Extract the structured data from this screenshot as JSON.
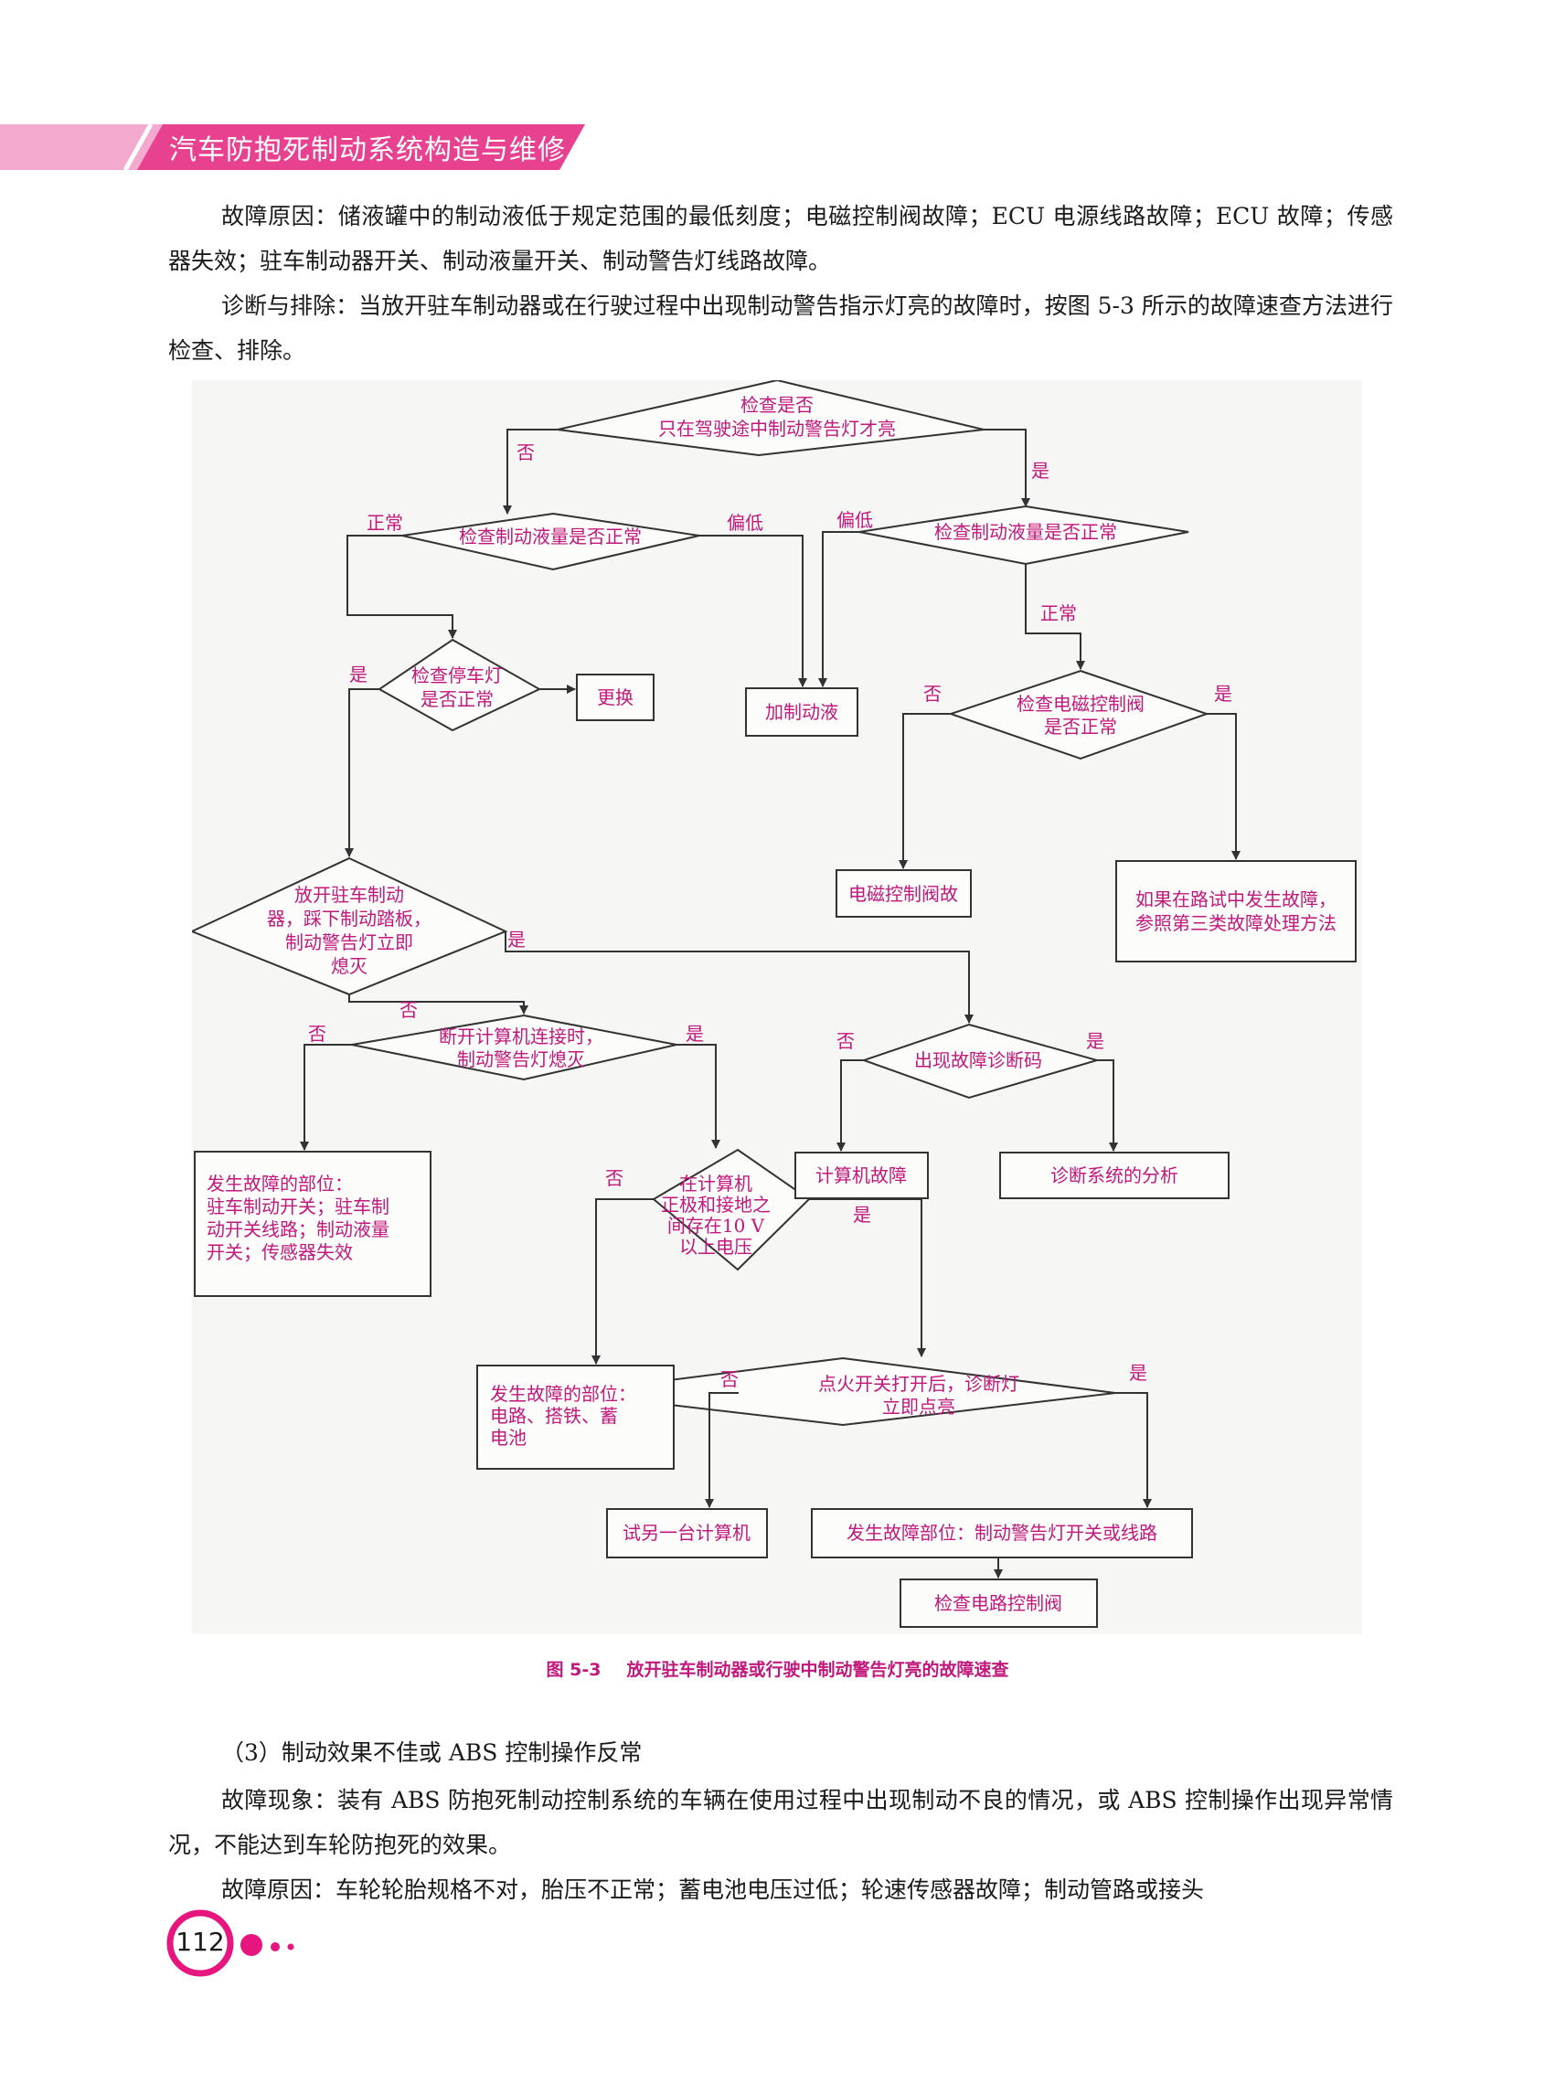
{
  "header": {
    "title": "汽车防抱死制动系统构造与维修",
    "accent_color": "#e8418f"
  },
  "body": {
    "p1": "故障原因：储液罐中的制动液低于规定范围的最低刻度；电磁控制阀故障；ECU 电源线路故障；ECU 故障；传感器失效；驻车制动器开关、制动液量开关、制动警告灯线路故障。",
    "p2": "诊断与排除：当放开驻车制动器或在行驶过程中出现制动警告指示灯亮的故障时，按图 5-3 所示的故障速查方法进行检查、排除。",
    "subheading": "（3）制动效果不佳或 ABS 控制操作反常",
    "p3": "故障现象：装有 ABS 防抱死制动控制系统的车辆在使用过程中出现制动不良的情况，或 ABS 控制操作出现异常情况，不能达到车轮防抱死的效果。",
    "p4": "故障原因：车轮轮胎规格不对，胎压不正常；蓄电池电压过低；轮速传感器故障；制动管路或接头"
  },
  "figure": {
    "caption_number": "图 5-3",
    "caption_text": "放开驻车制动器或行驶中制动警告灯亮的故障速查",
    "line_color": "#c2187b",
    "nodes": {
      "d_top_1": "检查是否",
      "d_top_2": "只在驾驶途中制动警告灯才亮",
      "d_fluid_left": "检查制动液量是否正常",
      "d_fluid_right": "检查制动液量是否正常",
      "d_stoplight_1": "检查停车灯",
      "d_stoplight_2": "是否正常",
      "b_replace": "更换",
      "b_add_fluid": "加制动液",
      "d_solenoid_1": "检查电磁控制阀",
      "d_solenoid_2": "是否正常",
      "b_solenoid_fault": "电磁控制阀故",
      "b_road_test_1": "如果在路试中发生故障，",
      "b_road_test_2": "参照第三类故障处理方法",
      "d_parking_1": "放开驻车制动",
      "d_parking_2": "器，踩下制动踏板，",
      "d_parking_3": "制动警告灯立即",
      "d_parking_4": "熄灭",
      "d_disconnect_1": "断开计算机连接时，",
      "d_disconnect_2": "制动警告灯熄灭",
      "d_code": "出现故障诊断码",
      "b_fault_parts_1": "发生故障的部位：",
      "b_fault_parts_2": "驻车制动开关；驻车制",
      "b_fault_parts_3": "动开关线路；制动液量",
      "b_fault_parts_4": "开关；传感器失效",
      "d_voltage_1": "在计算机",
      "d_voltage_2": "正极和接地之",
      "d_voltage_3": "间存在10 V",
      "d_voltage_4": "以上电压",
      "b_computer_fault": "计算机故障",
      "b_diag_analysis": "诊断系统的分析",
      "b_circuit_1": "发生故障的部位：",
      "b_circuit_2": "电路、搭铁、蓄",
      "b_circuit_3": "电池",
      "d_ignition_1": "点火开关打开后，诊断灯",
      "d_ignition_2": "立即点亮",
      "b_other_computer": "试另一台计算机",
      "b_switch_fault": "发生故障部位：制动警告灯开关或线路",
      "b_check_valve": "检查电路控制阀"
    },
    "labels": {
      "yes": "是",
      "no": "否",
      "normal": "正常",
      "low": "偏低"
    }
  },
  "footer": {
    "page_number": "112"
  }
}
